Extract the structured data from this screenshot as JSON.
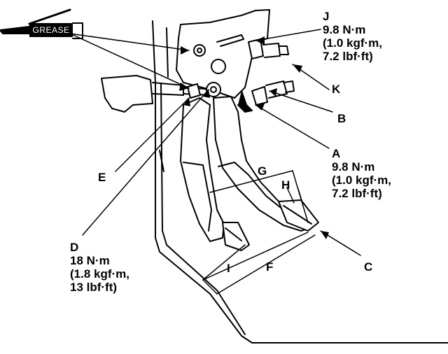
{
  "grease_label": "GREASE",
  "labels": {
    "J": "J",
    "K": "K",
    "B": "B",
    "A": "A",
    "C": "C",
    "D": "D",
    "E": "E",
    "F": "F",
    "G": "G",
    "H": "H",
    "I": "I"
  },
  "torque": {
    "J": [
      "9.8 N·m",
      "(1.0 kgf·m,",
      "7.2 lbf·ft)"
    ],
    "A": [
      "9.8 N·m",
      "(1.0 kgf·m,",
      "7.2 lbf·ft)"
    ],
    "D": [
      "18 N·m",
      "(1.8 kgf·m,",
      "13 lbf·ft)"
    ]
  }
}
